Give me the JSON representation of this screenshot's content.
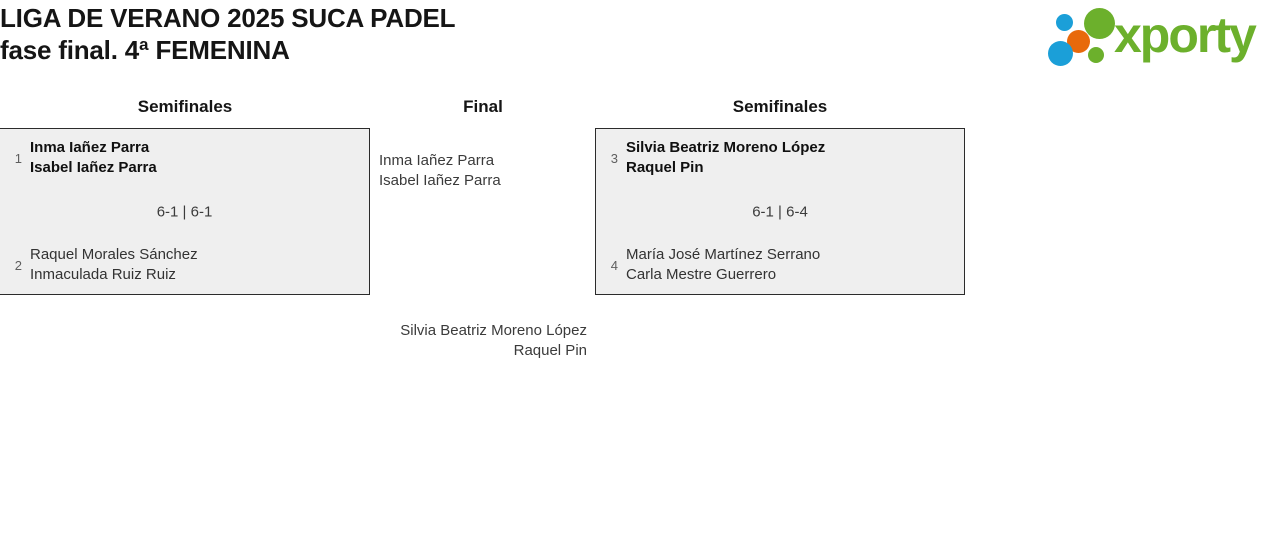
{
  "header": {
    "title_line_1": "LIGA DE VERANO 2025 SUCA PADEL",
    "title_line_2": "fase final. 4ª FEMENINA",
    "logo": {
      "wordmark": "xporty",
      "wordmark_color": "#6cb02c",
      "dot_blue": "#1b9fd8",
      "dot_orange": "#e8690b",
      "dot_green": "#6cb02c"
    }
  },
  "bracket": {
    "headings": {
      "semifinals_left": "Semifinales",
      "final": "Final",
      "semifinals_right": "Semifinales"
    },
    "matches": [
      {
        "id": "semifinal-1",
        "score": "6-1 | 6-1",
        "teams": [
          {
            "seed": "1",
            "player_1": "Inma Iañez Parra",
            "player_2": "Isabel Iañez Parra",
            "winner": true
          },
          {
            "seed": "2",
            "player_1": "Raquel Morales Sánchez",
            "player_2": "Inmaculada Ruiz Ruiz",
            "winner": false
          }
        ]
      },
      {
        "id": "semifinal-2",
        "score": "6-1 | 6-4",
        "teams": [
          {
            "seed": "3",
            "player_1": "Silvia Beatriz Moreno López",
            "player_2": "Raquel Pin",
            "winner": true
          },
          {
            "seed": "4",
            "player_1": "María José Martínez Serrano",
            "player_2": "Carla Mestre Guerrero",
            "winner": false
          }
        ]
      }
    ],
    "final": {
      "team_top": {
        "player_1": "Inma Iañez Parra",
        "player_2": "Isabel Iañez Parra"
      },
      "team_bottom": {
        "player_1": "Silvia Beatriz Moreno López",
        "player_2": "Raquel Pin"
      }
    }
  },
  "theme": {
    "box_fill": "#efefef",
    "box_border": "#2b2b2b",
    "page_background": "#ffffff"
  }
}
